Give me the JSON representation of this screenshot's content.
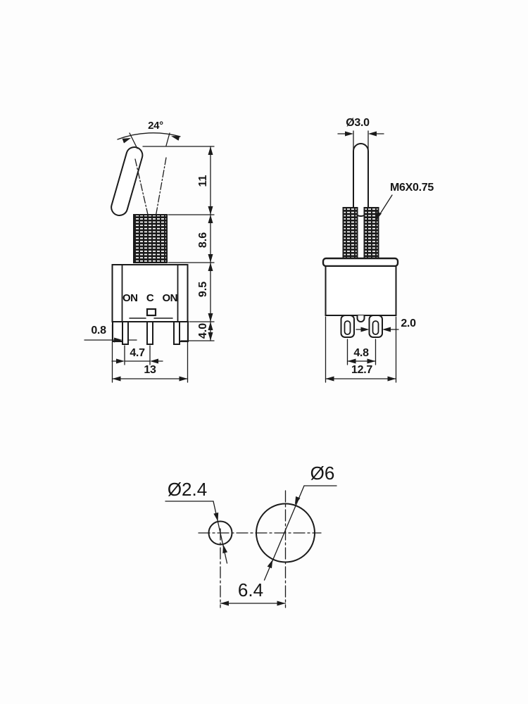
{
  "front_view": {
    "angle": "24°",
    "lever_height": "11",
    "thread_height": "8.6",
    "body_height": "9.5",
    "terminal_height": "4.0",
    "terminal_width": "0.8",
    "terminal_pitch": "4.7",
    "body_width": "13",
    "marking": {
      "left": "ON",
      "center": "C",
      "right": "ON"
    }
  },
  "side_view": {
    "lever_diameter": "Ø3.0",
    "thread_spec": "M6X0.75",
    "terminal_thickness": "2.0",
    "terminal_pitch": "4.8",
    "body_depth": "12.7"
  },
  "bottom_view": {
    "small_hole_diameter": "Ø2.4",
    "large_hole_diameter": "Ø6",
    "hole_spacing": "6.4"
  },
  "colors": {
    "line": "#1b1b1b",
    "background": "#fdfdfd"
  }
}
